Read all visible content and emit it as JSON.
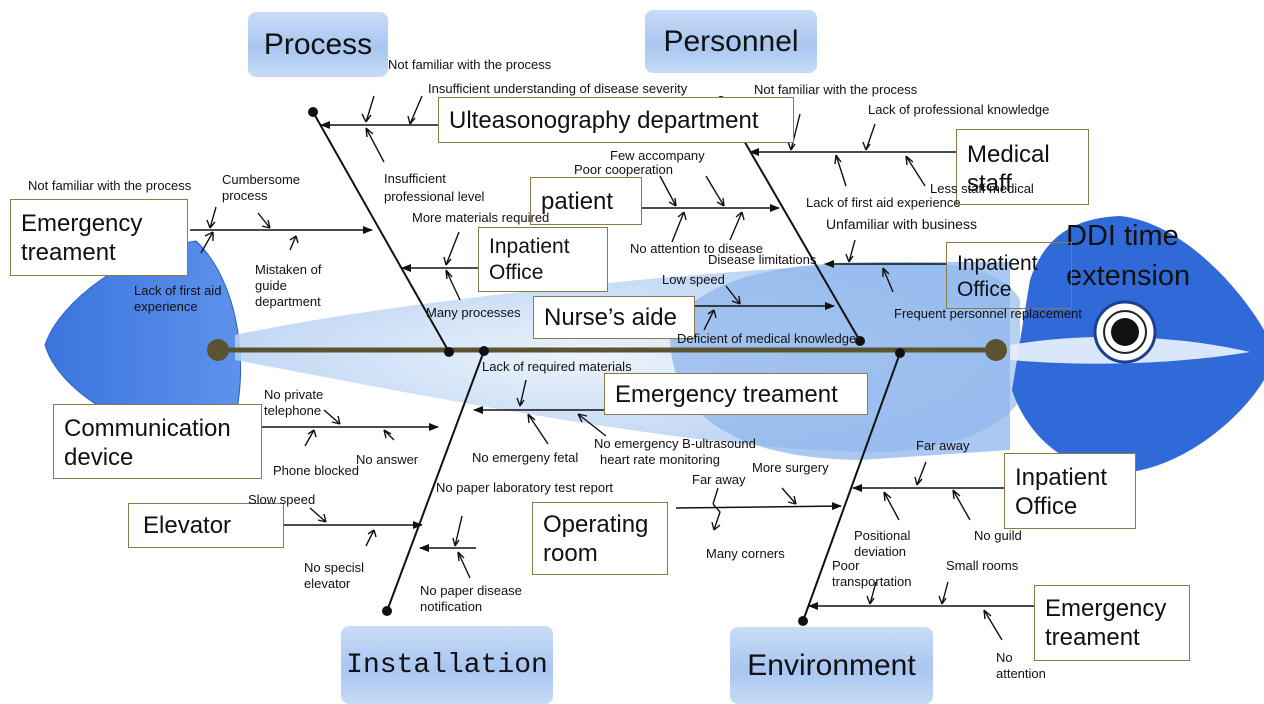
{
  "categories": {
    "process": "Process",
    "personnel": "Personnel",
    "installation": "Installation",
    "environment": "Environment"
  },
  "effect": [
    "DDI time",
    "extension"
  ],
  "boxes": {
    "ulteasonography": "Ulteasonography department",
    "medical_staff": [
      "Medical",
      "staff"
    ],
    "emergency_treament_left": [
      "Emergency",
      "treament"
    ],
    "patient": "patient",
    "inpatient_office_process": [
      "Inpatient",
      "Office"
    ],
    "inpatient_office_personnel": [
      "Inpatient",
      "Office"
    ],
    "nurses_aide": "Nurse’s aide",
    "emergency_treament_install": "Emergency treament",
    "communication_device": [
      "Communication",
      "device"
    ],
    "elevator": "Elevator",
    "operating_room": [
      "Operating",
      "room"
    ],
    "inpatient_office_env": [
      "Inpatient",
      "Office"
    ],
    "emergency_treament_env": [
      "Emergency",
      "treament"
    ]
  },
  "causes": {
    "process_1": "Not familiar with the process",
    "process_2": "Insufficient understanding of disease severity",
    "process_3": [
      "Insufficient",
      "professional level"
    ],
    "process_4": "Not familiar with the process",
    "process_5": [
      "Cumbersome",
      "process"
    ],
    "process_6": [
      "Lack of first aid",
      "experience"
    ],
    "process_7": [
      "Mistaken of",
      "guide",
      "department"
    ],
    "process_8": "More materials required",
    "process_9": "Many processes",
    "personnel_1": "Not familiar with the process",
    "personnel_2": "Lack of professional knowledge",
    "personnel_3": "Less staff medical",
    "personnel_4": "Lack of first aid experience",
    "personnel_5": "Few accompany",
    "personnel_6": "Poor cooperation",
    "personnel_7": "No attention to disease",
    "personnel_8": "Unfamiliar with business",
    "personnel_9": "Disease limitations",
    "personnel_10": "Low speed",
    "personnel_11": "Frequent personnel replacement",
    "personnel_12": "Deficient of medical knowledge",
    "install_1": "Lack of required materials",
    "install_2": [
      "No private",
      "telephone"
    ],
    "install_3": "Phone blocked",
    "install_4": "No answer",
    "install_5": "No emergeny fetal",
    "install_6": [
      "No emergency B-ultrasound",
      "heart rate monitoring"
    ],
    "install_7": "Slow speed",
    "install_8": [
      "No specisl",
      "elevator"
    ],
    "install_9": "No paper laboratory test report",
    "install_10": [
      "No paper  disease",
      "notification"
    ],
    "env_1": "Far away",
    "env_2": "More surgery",
    "env_3": "Many corners",
    "env_4": "Far away",
    "env_5": [
      "Positional",
      "deviation"
    ],
    "env_6": "No guild",
    "env_7": [
      "Poor",
      "transportation"
    ],
    "env_8": "Small rooms",
    "env_9": [
      "No",
      "attention"
    ]
  }
}
